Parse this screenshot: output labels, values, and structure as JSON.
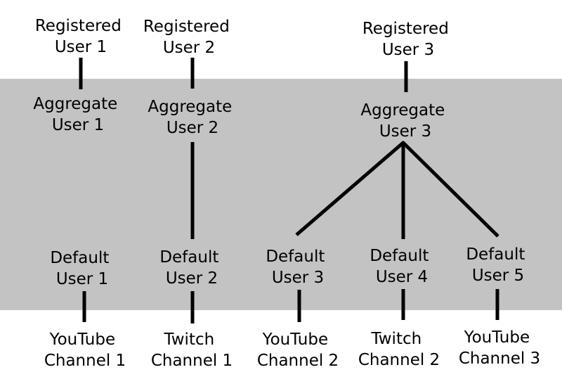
{
  "colors": {
    "band": "#c3c3c3",
    "line": "#000000",
    "background": "#ffffff",
    "text": "#000000"
  },
  "nodes": {
    "registered_user_1": {
      "line1": "Registered",
      "line2": "User 1"
    },
    "registered_user_2": {
      "line1": "Registered",
      "line2": "User 2"
    },
    "registered_user_3": {
      "line1": "Registered",
      "line2": "User 3"
    },
    "aggregate_user_1": {
      "line1": "Aggregate",
      "line2": "User 1"
    },
    "aggregate_user_2": {
      "line1": "Aggregate",
      "line2": "User 2"
    },
    "aggregate_user_3": {
      "line1": "Aggregate",
      "line2": "User 3"
    },
    "default_user_1": {
      "line1": "Default",
      "line2": "User 1"
    },
    "default_user_2": {
      "line1": "Default",
      "line2": "User 2"
    },
    "default_user_3": {
      "line1": "Default",
      "line2": "User 3"
    },
    "default_user_4": {
      "line1": "Default",
      "line2": "User 4"
    },
    "default_user_5": {
      "line1": "Default",
      "line2": "User 5"
    },
    "youtube_channel_1": {
      "line1": "YouTube",
      "line2": "Channel 1"
    },
    "twitch_channel_1": {
      "line1": "Twitch",
      "line2": "Channel 1"
    },
    "youtube_channel_2": {
      "line1": "YouTube",
      "line2": "Channel 2"
    },
    "twitch_channel_2": {
      "line1": "Twitch",
      "line2": "Channel 2"
    },
    "youtube_channel_3": {
      "line1": "YouTube",
      "line2": "Channel 3"
    }
  },
  "edges": [
    {
      "from": "registered_user_1",
      "to": "aggregate_user_1"
    },
    {
      "from": "registered_user_2",
      "to": "aggregate_user_2"
    },
    {
      "from": "registered_user_3",
      "to": "aggregate_user_3"
    },
    {
      "from": "aggregate_user_2",
      "to": "default_user_2"
    },
    {
      "from": "aggregate_user_3",
      "to": "default_user_3"
    },
    {
      "from": "aggregate_user_3",
      "to": "default_user_4"
    },
    {
      "from": "aggregate_user_3",
      "to": "default_user_5"
    },
    {
      "from": "default_user_1",
      "to": "youtube_channel_1"
    },
    {
      "from": "default_user_2",
      "to": "twitch_channel_1"
    },
    {
      "from": "default_user_3",
      "to": "youtube_channel_2"
    },
    {
      "from": "default_user_4",
      "to": "twitch_channel_2"
    },
    {
      "from": "default_user_5",
      "to": "youtube_channel_3"
    }
  ]
}
